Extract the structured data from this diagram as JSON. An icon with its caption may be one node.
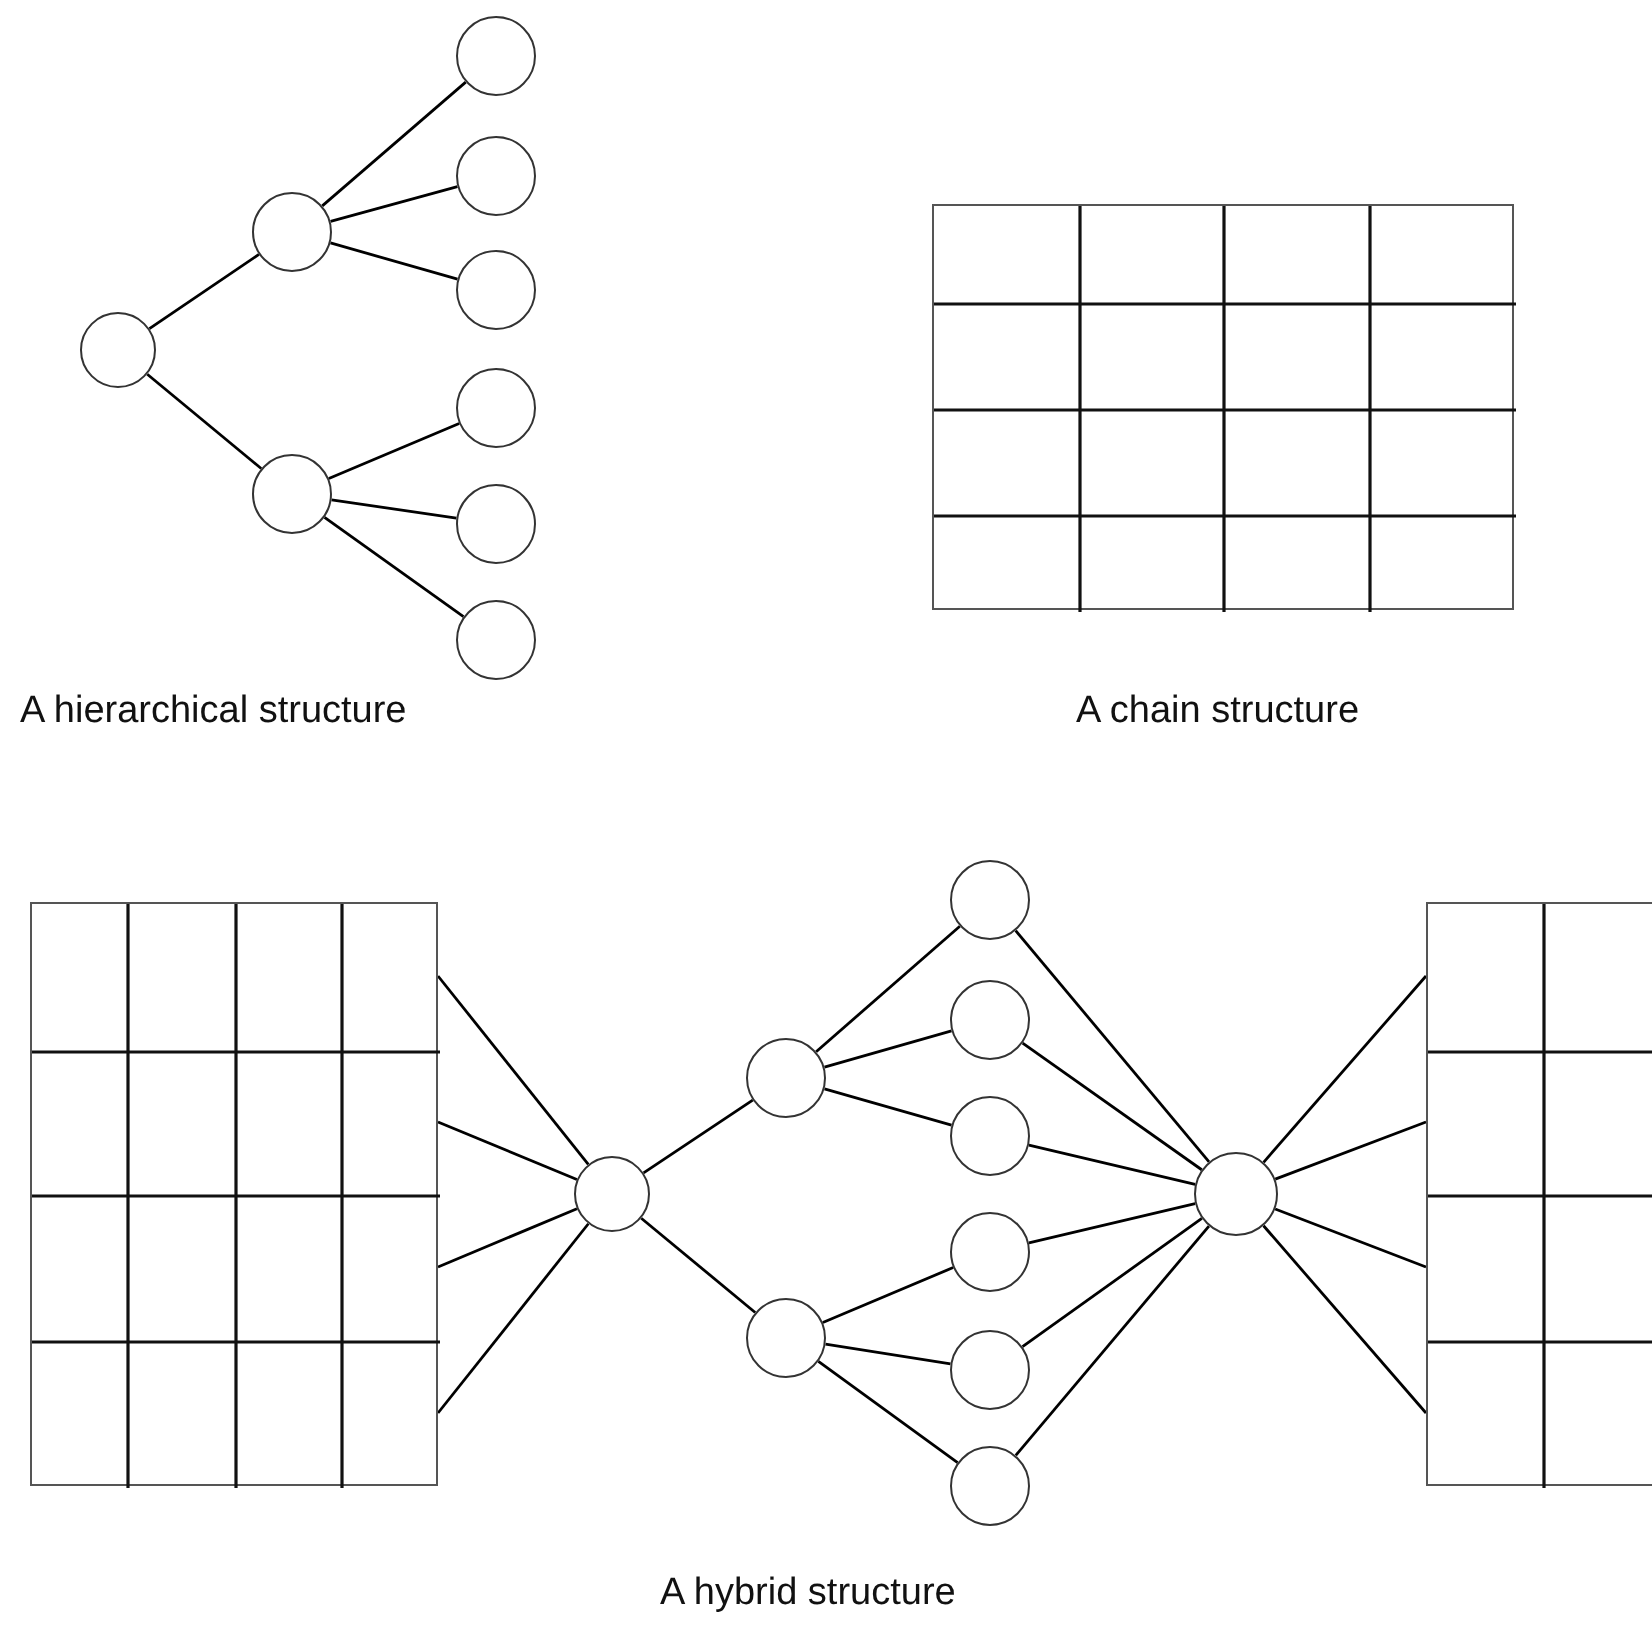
{
  "diagram": {
    "nodes": [
      {
        "text": [],
        "shape": "circle"
      },
      {
        "text": [],
        "shape": "circle"
      },
      {
        "text": [],
        "shape": "circle"
      },
      {
        "text": [],
        "shape": "circle"
      },
      {
        "text": [],
        "shape": "circle"
      },
      {
        "text": [],
        "shape": "circle"
      },
      {
        "text": [],
        "shape": "circle"
      },
      {
        "text": [],
        "shape": "circle"
      },
      {
        "text": [],
        "shape": "circle"
      },
      {
        "text": [],
        "shape": "grid"
      },
      {
        "text": [],
        "shape": "grid"
      },
      {
        "text": [],
        "shape": "circle"
      },
      {
        "text": [],
        "shape": "circle"
      },
      {
        "text": [],
        "shape": "circle"
      },
      {
        "text": [],
        "shape": "circle"
      },
      {
        "text": [],
        "shape": "circle"
      },
      {
        "text": [],
        "shape": "circle"
      },
      {
        "text": [],
        "shape": "circle"
      },
      {
        "text": [],
        "shape": "circle"
      },
      {
        "text": [],
        "shape": "circle"
      },
      {
        "text": [],
        "shape": "circle"
      },
      {
        "text": [],
        "shape": "grid"
      }
    ],
    "edges": [
      {
        "from": 0,
        "to": 1,
        "arrow": "none"
      },
      {
        "from": 0,
        "to": 2,
        "arrow": "none"
      },
      {
        "from": 1,
        "to": 3,
        "arrow": "none"
      },
      {
        "from": 1,
        "to": 4,
        "arrow": "none"
      },
      {
        "from": 1,
        "to": 5,
        "arrow": "none"
      },
      {
        "from": 2,
        "to": 6,
        "arrow": "none"
      },
      {
        "from": 2,
        "to": 7,
        "arrow": "none"
      },
      {
        "from": 2,
        "to": 8,
        "arrow": "none"
      },
      {
        "from": 10,
        "to": 11,
        "arrow": "none"
      },
      {
        "from": 10,
        "to": 11,
        "arrow": "none"
      },
      {
        "from": 10,
        "to": 11,
        "arrow": "none"
      },
      {
        "from": 10,
        "to": 11,
        "arrow": "none"
      },
      {
        "from": 11,
        "to": 12,
        "arrow": "none"
      },
      {
        "from": 11,
        "to": 13,
        "arrow": "none"
      },
      {
        "from": 12,
        "to": 14,
        "arrow": "none"
      },
      {
        "from": 12,
        "to": 15,
        "arrow": "none"
      },
      {
        "from": 12,
        "to": 16,
        "arrow": "none"
      },
      {
        "from": 13,
        "to": 17,
        "arrow": "none"
      },
      {
        "from": 13,
        "to": 18,
        "arrow": "none"
      },
      {
        "from": 13,
        "to": 19,
        "arrow": "none"
      },
      {
        "from": 14,
        "to": 20,
        "arrow": "none"
      },
      {
        "from": 15,
        "to": 20,
        "arrow": "none"
      },
      {
        "from": 16,
        "to": 20,
        "arrow": "none"
      },
      {
        "from": 17,
        "to": 20,
        "arrow": "none"
      },
      {
        "from": 18,
        "to": 20,
        "arrow": "none"
      },
      {
        "from": 19,
        "to": 20,
        "arrow": "none"
      },
      {
        "from": 20,
        "to": 21,
        "arrow": "none"
      },
      {
        "from": 20,
        "to": 21,
        "arrow": "none"
      },
      {
        "from": 20,
        "to": 21,
        "arrow": "none"
      },
      {
        "from": 20,
        "to": 21,
        "arrow": "none"
      }
    ],
    "labels": [
      "A hierarchical structure",
      "A chain structure",
      "A hybrid structure"
    ]
  }
}
